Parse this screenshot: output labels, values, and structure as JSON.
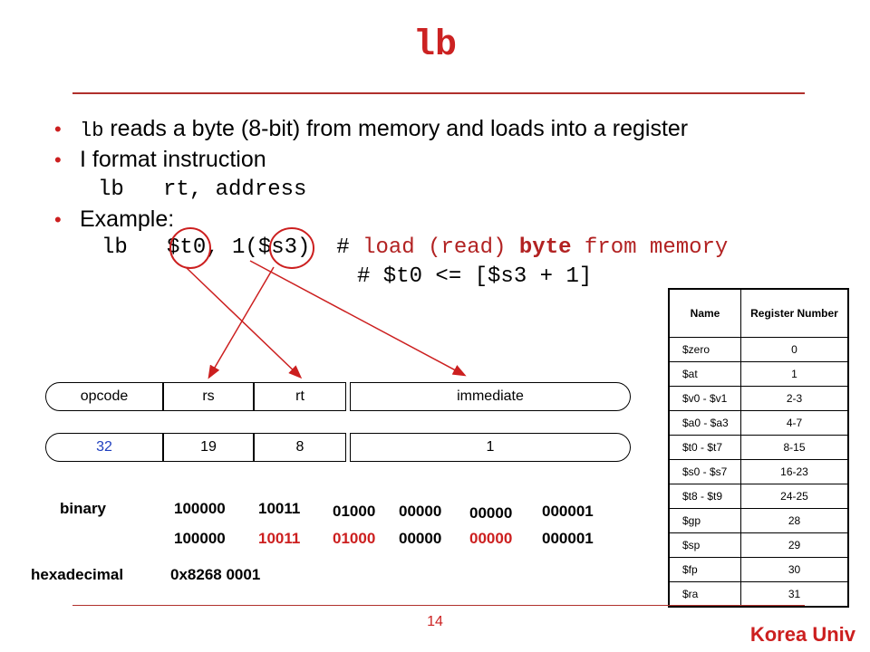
{
  "title": "lb",
  "bullets": {
    "b1_code": "lb",
    "b1_text": " reads a byte (8-bit) from memory and loads into a register",
    "b2_text": "I format instruction",
    "b2_code": "lb   rt, address",
    "b3_text": "Example:",
    "ex_line1_instr": "lb   $t0, 1($s3)",
    "ex_line1_hash": "# ",
    "ex_line1_c1": "load (read) ",
    "ex_line1_c2": "byte",
    "ex_line1_c3": " from memory",
    "ex_line2": "# $t0 <= [$s3 + 1]"
  },
  "format": {
    "fields": [
      "opcode",
      "rs",
      "rt",
      "immediate"
    ],
    "values": [
      "32",
      "19",
      "8",
      "1"
    ]
  },
  "encoding": {
    "binary_label": "binary",
    "row1": [
      "100000",
      "10011",
      "01000",
      "00000",
      "00000",
      "000001"
    ],
    "row2": [
      "100000",
      "10011",
      "01000",
      "00000",
      "00000",
      "000001"
    ],
    "hex_label": "hexadecimal",
    "hex_value": "0x8268 0001"
  },
  "register_table": {
    "headers": [
      "Name",
      "Register Number"
    ],
    "rows": [
      [
        "$zero",
        "0"
      ],
      [
        "$at",
        "1"
      ],
      [
        "$v0 - $v1",
        "2-3"
      ],
      [
        "$a0 - $a3",
        "4-7"
      ],
      [
        "$t0 - $t7",
        "8-15"
      ],
      [
        "$s0 - $s7",
        "16-23"
      ],
      [
        "$t8 - $t9",
        "24-25"
      ],
      [
        "$gp",
        "28"
      ],
      [
        "$sp",
        "29"
      ],
      [
        "$fp",
        "30"
      ],
      [
        "$ra",
        "31"
      ]
    ]
  },
  "footer": {
    "page_number": "14",
    "brand": "Korea Univ"
  },
  "colors": {
    "accent_red": "#cc1f1f",
    "rule_red": "#b0302c",
    "value_blue": "#1f3fbf"
  }
}
